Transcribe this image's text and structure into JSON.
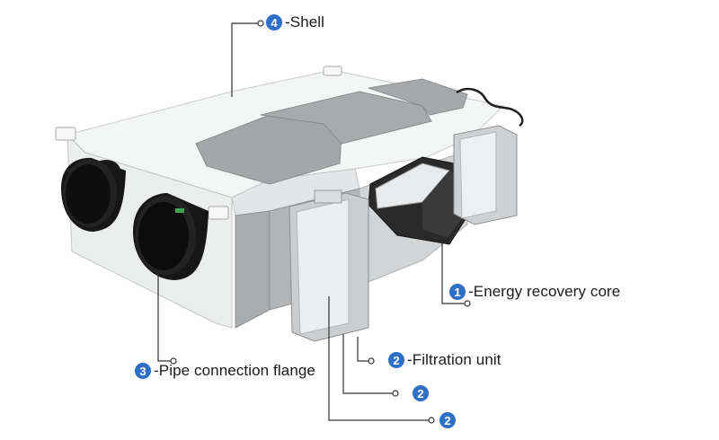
{
  "colors": {
    "badge": "#2f6fc5",
    "leader_line": "#333333",
    "shell": "#f1f2f2",
    "insulation": "#a7a9ab",
    "flange": "#141414",
    "filter_media": "#e8eaec",
    "core_frame": "#2b2b2b"
  },
  "callouts": [
    {
      "id": "shell",
      "number": "4",
      "text": "-Shell"
    },
    {
      "id": "energy-recovery-core",
      "number": "1",
      "text": "-Energy recovery core"
    },
    {
      "id": "filtration-unit",
      "number": "2",
      "text": "-Filtration unit"
    },
    {
      "id": "pipe-connection-flange",
      "number": "3",
      "text": "-Pipe connection flange"
    },
    {
      "id": "filter-2",
      "number": "2",
      "text": ""
    },
    {
      "id": "filter-3",
      "number": "2",
      "text": ""
    }
  ]
}
